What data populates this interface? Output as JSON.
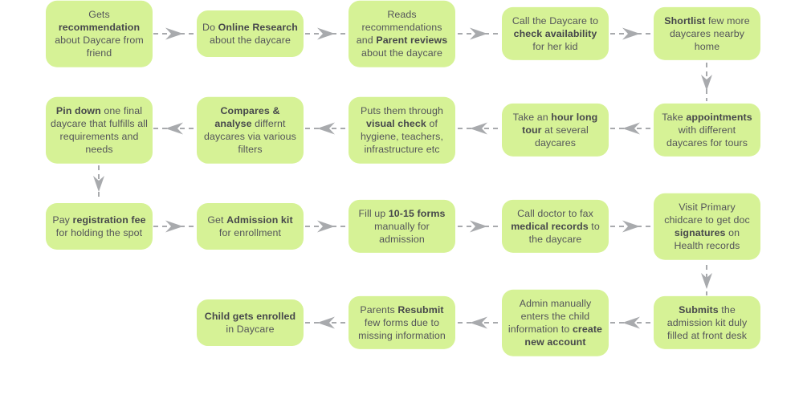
{
  "colors": {
    "box_background": "#d6f296",
    "box_text": "#54555a",
    "box_text_bold": "#46474b",
    "arrow": "#a8aaad",
    "page_background": "#ffffff"
  },
  "flow": {
    "rows": [
      {
        "direction": "right",
        "boxes": [
          {
            "segments": [
              {
                "t": "Gets "
              },
              {
                "t": "recommendation",
                "bold": true
              },
              {
                "t": " about Daycare from friend"
              }
            ]
          },
          {
            "segments": [
              {
                "t": "Do "
              },
              {
                "t": "Online Research",
                "bold": true
              },
              {
                "t": " about the daycare"
              }
            ]
          },
          {
            "segments": [
              {
                "t": "Reads recommendations and "
              },
              {
                "t": "Parent reviews",
                "bold": true
              },
              {
                "t": " about the daycare"
              }
            ]
          },
          {
            "segments": [
              {
                "t": "Call the Daycare to "
              },
              {
                "t": "check availability",
                "bold": true
              },
              {
                "t": " for her kid"
              }
            ]
          },
          {
            "segments": [
              {
                "t": "Shortlist",
                "bold": true
              },
              {
                "t": " few more daycares nearby home"
              }
            ]
          }
        ]
      },
      {
        "direction": "left",
        "boxes": [
          {
            "segments": [
              {
                "t": "Pin down",
                "bold": true
              },
              {
                "t": " one final daycare that fulfills all requirements and needs"
              }
            ]
          },
          {
            "segments": [
              {
                "t": "Compares & analyse",
                "bold": true
              },
              {
                "t": " differnt daycares via various filters"
              }
            ]
          },
          {
            "segments": [
              {
                "t": "Puts them through "
              },
              {
                "t": "visual check",
                "bold": true
              },
              {
                "t": " of hygiene, teachers, infrastructure etc"
              }
            ]
          },
          {
            "segments": [
              {
                "t": "Take an "
              },
              {
                "t": "hour long tour",
                "bold": true
              },
              {
                "t": " at several daycares"
              }
            ]
          },
          {
            "segments": [
              {
                "t": "Take "
              },
              {
                "t": "appointments",
                "bold": true
              },
              {
                "t": " with different daycares for tours"
              }
            ]
          }
        ]
      },
      {
        "direction": "right",
        "boxes": [
          {
            "segments": [
              {
                "t": "Pay "
              },
              {
                "t": "registration fee",
                "bold": true
              },
              {
                "t": " for holding the spot"
              }
            ]
          },
          {
            "segments": [
              {
                "t": "Get "
              },
              {
                "t": "Admission kit",
                "bold": true
              },
              {
                "t": " for enrollment"
              }
            ]
          },
          {
            "segments": [
              {
                "t": "Fill up "
              },
              {
                "t": "10-15 forms",
                "bold": true
              },
              {
                "t": " manually for admission"
              }
            ]
          },
          {
            "segments": [
              {
                "t": "Call doctor to fax "
              },
              {
                "t": "medical records",
                "bold": true
              },
              {
                "t": " to the daycare"
              }
            ]
          },
          {
            "segments": [
              {
                "t": "Visit Primary chidcare to get doc "
              },
              {
                "t": "signatures",
                "bold": true
              },
              {
                "t": " on Health records"
              }
            ]
          }
        ]
      },
      {
        "direction": "left",
        "boxes": [
          {
            "segments": [
              {
                "t": "Child gets enrolled",
                "bold": true
              },
              {
                "t": " in Daycare"
              }
            ]
          },
          {
            "segments": [
              {
                "t": "Parents "
              },
              {
                "t": "Resubmit",
                "bold": true
              },
              {
                "t": " few forms due to missing information"
              }
            ]
          },
          {
            "segments": [
              {
                "t": "Admin manually enters the child information to "
              },
              {
                "t": "create new account",
                "bold": true
              }
            ]
          },
          {
            "segments": [
              {
                "t": "Submits",
                "bold": true
              },
              {
                "t": " the admission kit duly filled at front desk"
              }
            ]
          }
        ]
      }
    ]
  }
}
